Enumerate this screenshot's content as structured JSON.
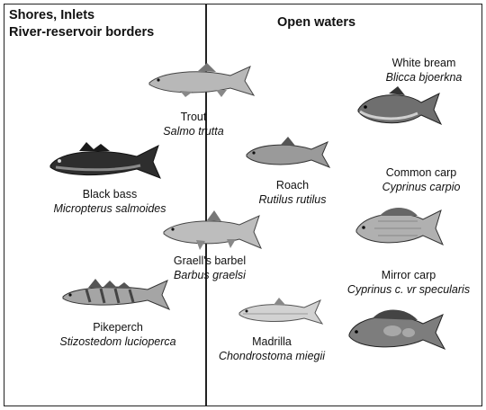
{
  "headers": {
    "left_line1": "Shores, Inlets",
    "left_line2": "River-reservoir borders",
    "right": "Open waters"
  },
  "species": [
    {
      "common": "Trout",
      "scientific": "Salmo trutta"
    },
    {
      "common": "White bream",
      "scientific": "Blicca bjoerkna"
    },
    {
      "common": "Black bass",
      "scientific": "Micropterus salmoides"
    },
    {
      "common": "Roach",
      "scientific": "Rutilus rutilus"
    },
    {
      "common": "Common carp",
      "scientific": "Cyprinus carpio"
    },
    {
      "common": "Graell's barbel",
      "scientific": "Barbus graelsi"
    },
    {
      "common": "Mirror carp",
      "scientific": "Cyprinus c. vr specularis"
    },
    {
      "common": "Pikeperch",
      "scientific": "Stizostedom lucioperca"
    },
    {
      "common": "Madrilla",
      "scientific": "Chondrostoma miegii"
    }
  ],
  "colors": {
    "frame": "#222222",
    "fish_dark": "#2a2a2a",
    "fish_mid": "#8a8a8a",
    "fish_light": "#c9c9c9"
  }
}
